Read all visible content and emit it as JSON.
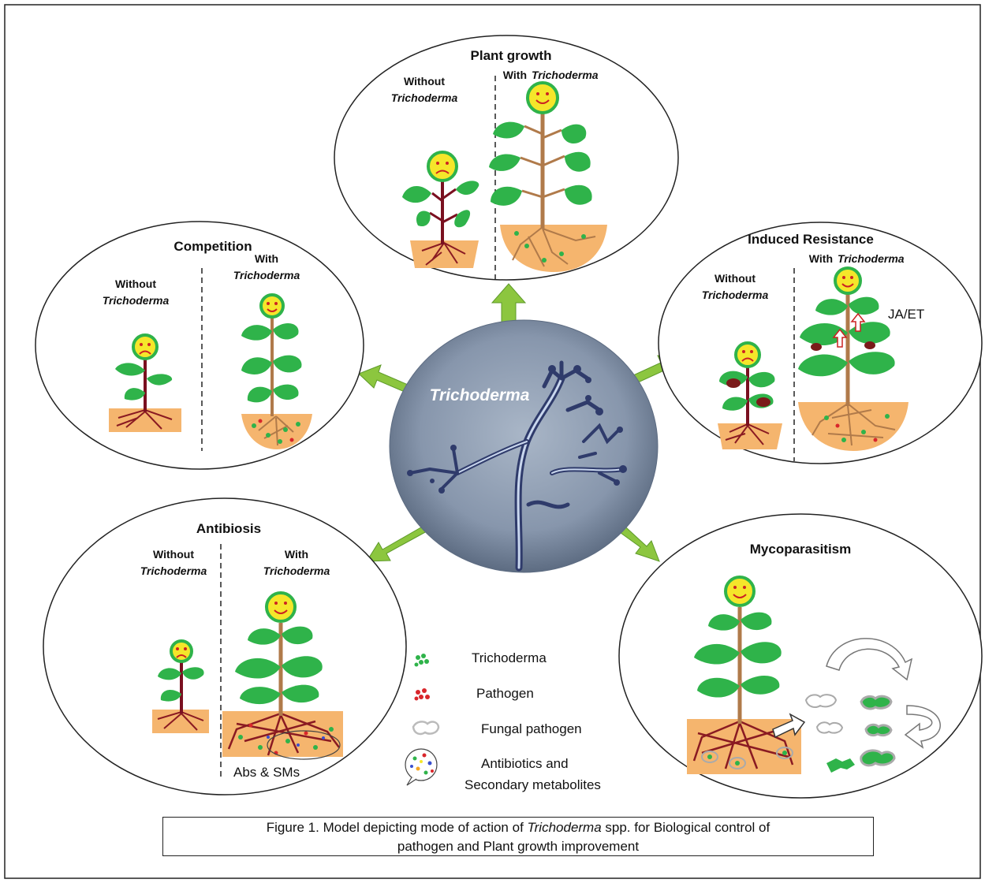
{
  "center": {
    "label": "Trichoderma"
  },
  "panels": {
    "plant_growth": {
      "title": "Plant growth",
      "without": "Without",
      "with": "With",
      "genus": "Trichoderma"
    },
    "competition": {
      "title": "Competition",
      "without": "Without",
      "with": "With",
      "genus": "Trichoderma"
    },
    "induced_resistance": {
      "title": "Induced Resistance",
      "without": "Without",
      "with": "With",
      "genus": "Trichoderma",
      "signal": "JA/ET"
    },
    "antibiosis": {
      "title": "Antibiosis",
      "without": "Without",
      "with": "With",
      "genus": "Trichoderma",
      "note": "Abs & SMs"
    },
    "mycoparasitism": {
      "title": "Mycoparasitism"
    }
  },
  "legend": {
    "trichoderma": "Trichoderma",
    "pathogen": "Pathogen",
    "fungal_pathogen": "Fungal pathogen",
    "antibiotics_line1": "Antibiotics and",
    "antibiotics_line2": "Secondary metabolites"
  },
  "caption": {
    "part1": "Figure 1. Model depicting mode of action of ",
    "genus": "Trichoderma",
    "part2": " spp. for Biological control of",
    "line2": "pathogen and Plant growth improvement"
  },
  "colors": {
    "leaf": "#2fb34a",
    "stem_healthy": "#b07a4a",
    "stem_sick": "#7a1020",
    "soil": "#f5b56e",
    "arrow": "#8cc63f",
    "face": "#f5e62a",
    "face_ring": "#2fb34a",
    "lesion": "#7a1a1a",
    "pathogen": "#d9262b"
  }
}
